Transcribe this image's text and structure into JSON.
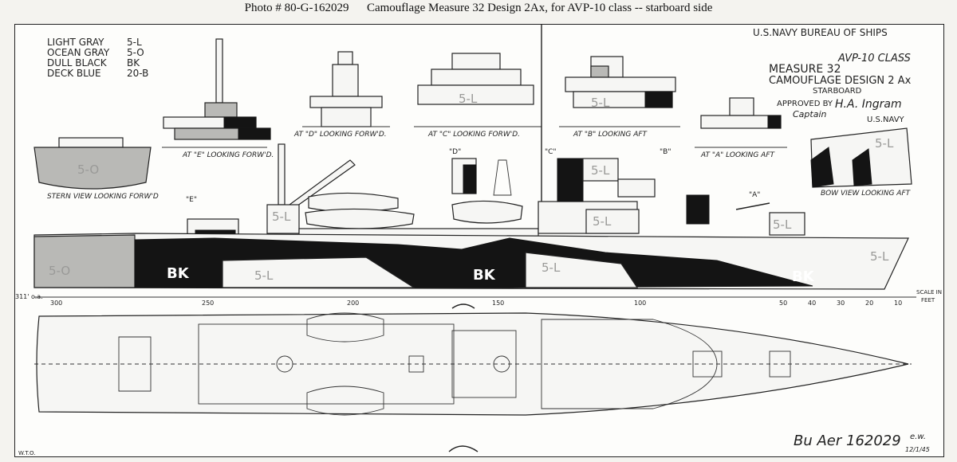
{
  "caption": {
    "photo_label": "Photo #",
    "photo_number": "80-G-162029",
    "title": "Camouflage Measure 32 Design 2Ax, for AVP-10 class -- starboard side"
  },
  "legend": [
    {
      "name": "LIGHT GRAY",
      "code": "5-L"
    },
    {
      "name": "OCEAN GRAY",
      "code": "5-O"
    },
    {
      "name": "DULL BLACK",
      "code": "BK"
    },
    {
      "name": "DECK BLUE",
      "code": "20-B"
    }
  ],
  "title_block": {
    "office": "U.S.NAVY  BUREAU OF SHIPS",
    "ship_class": "AVP-10 CLASS",
    "measure": "MEASURE 32",
    "design": "CAMOUFLAGE DESIGN 2 Ax",
    "side": "STARBOARD",
    "approved_label": "APPROVED BY",
    "approved_signature": "H.A. Ingram",
    "approved_rank": "Captain",
    "navy": "U.S.NAVY"
  },
  "views": {
    "e": "AT \"E\" LOOKING FORW'D.",
    "d": "AT \"D\" LOOKING FORW'D.",
    "c": "AT \"C\" LOOKING FORW'D.",
    "b": "AT \"B\" LOOKING AFT",
    "a": "AT \"A\" LOOKING AFT",
    "stern": "STERN VIEW LOOKING FORW'D",
    "bow": "BOW VIEW LOOKING AFT"
  },
  "markers": {
    "e": "\"E\"",
    "d": "\"D\"",
    "c": "\"C\"",
    "b": "\"B\"",
    "a": "\"A\""
  },
  "paint_labels": {
    "light": "5-L",
    "ocean": "5-O",
    "black": "BK"
  },
  "scale": {
    "length_label": "311' o.a.",
    "ticks": [
      "300",
      "250",
      "200",
      "150",
      "100",
      "50",
      "40",
      "30",
      "20",
      "10"
    ],
    "unit_top": "SCALE IN",
    "unit_bottom": "FEET"
  },
  "drawing_number": "Bu Aer 162029",
  "initials": "e.w.",
  "date": "12/1/45",
  "margin_note": "W.T.O."
}
